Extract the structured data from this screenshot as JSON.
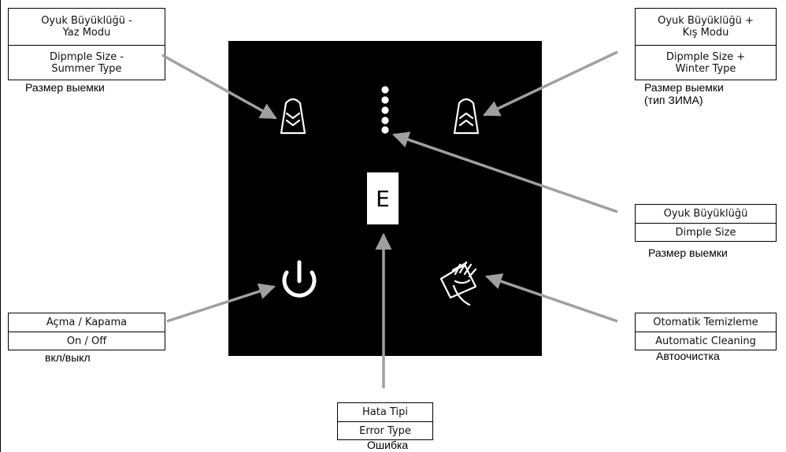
{
  "summer": {
    "tr": [
      "Oyuk Büyüklüğü -",
      "Yaz Modu"
    ],
    "en": [
      "Dipmple Size -",
      "Summer Type"
    ],
    "ru": "Размер выемки",
    "icon": "dimple-down-icon"
  },
  "winter": {
    "tr": [
      "Oyuk Büyüklüğü +",
      "Kış Modu"
    ],
    "en": [
      "Dipmple Size +",
      "Winter Type"
    ],
    "ru": [
      "Размер выемки",
      "(тип ЗИМА)"
    ],
    "icon": "dimple-up-icon"
  },
  "dimple": {
    "tr": "Oyuk Büyüklüğü",
    "en": "Dimple Size",
    "ru": "Размер выемки",
    "icon": "level-dots-icon"
  },
  "power": {
    "tr": "Açma / Kapama",
    "en": "On / Off",
    "ru": "вкл/выкл",
    "icon": "power-icon"
  },
  "cleaning": {
    "tr": "Otomatik Temizleme",
    "en": "Automatic Cleaning",
    "ru": "Автоочистка",
    "icon": "hand-cleaning-icon"
  },
  "error": {
    "tr": "Hata Tipi",
    "en": "Error Type",
    "ru": "Ошибка",
    "display": "E"
  },
  "colors": {
    "panel": "#000000",
    "arrow": "#a0a0a0",
    "icon": "#ffffff"
  }
}
